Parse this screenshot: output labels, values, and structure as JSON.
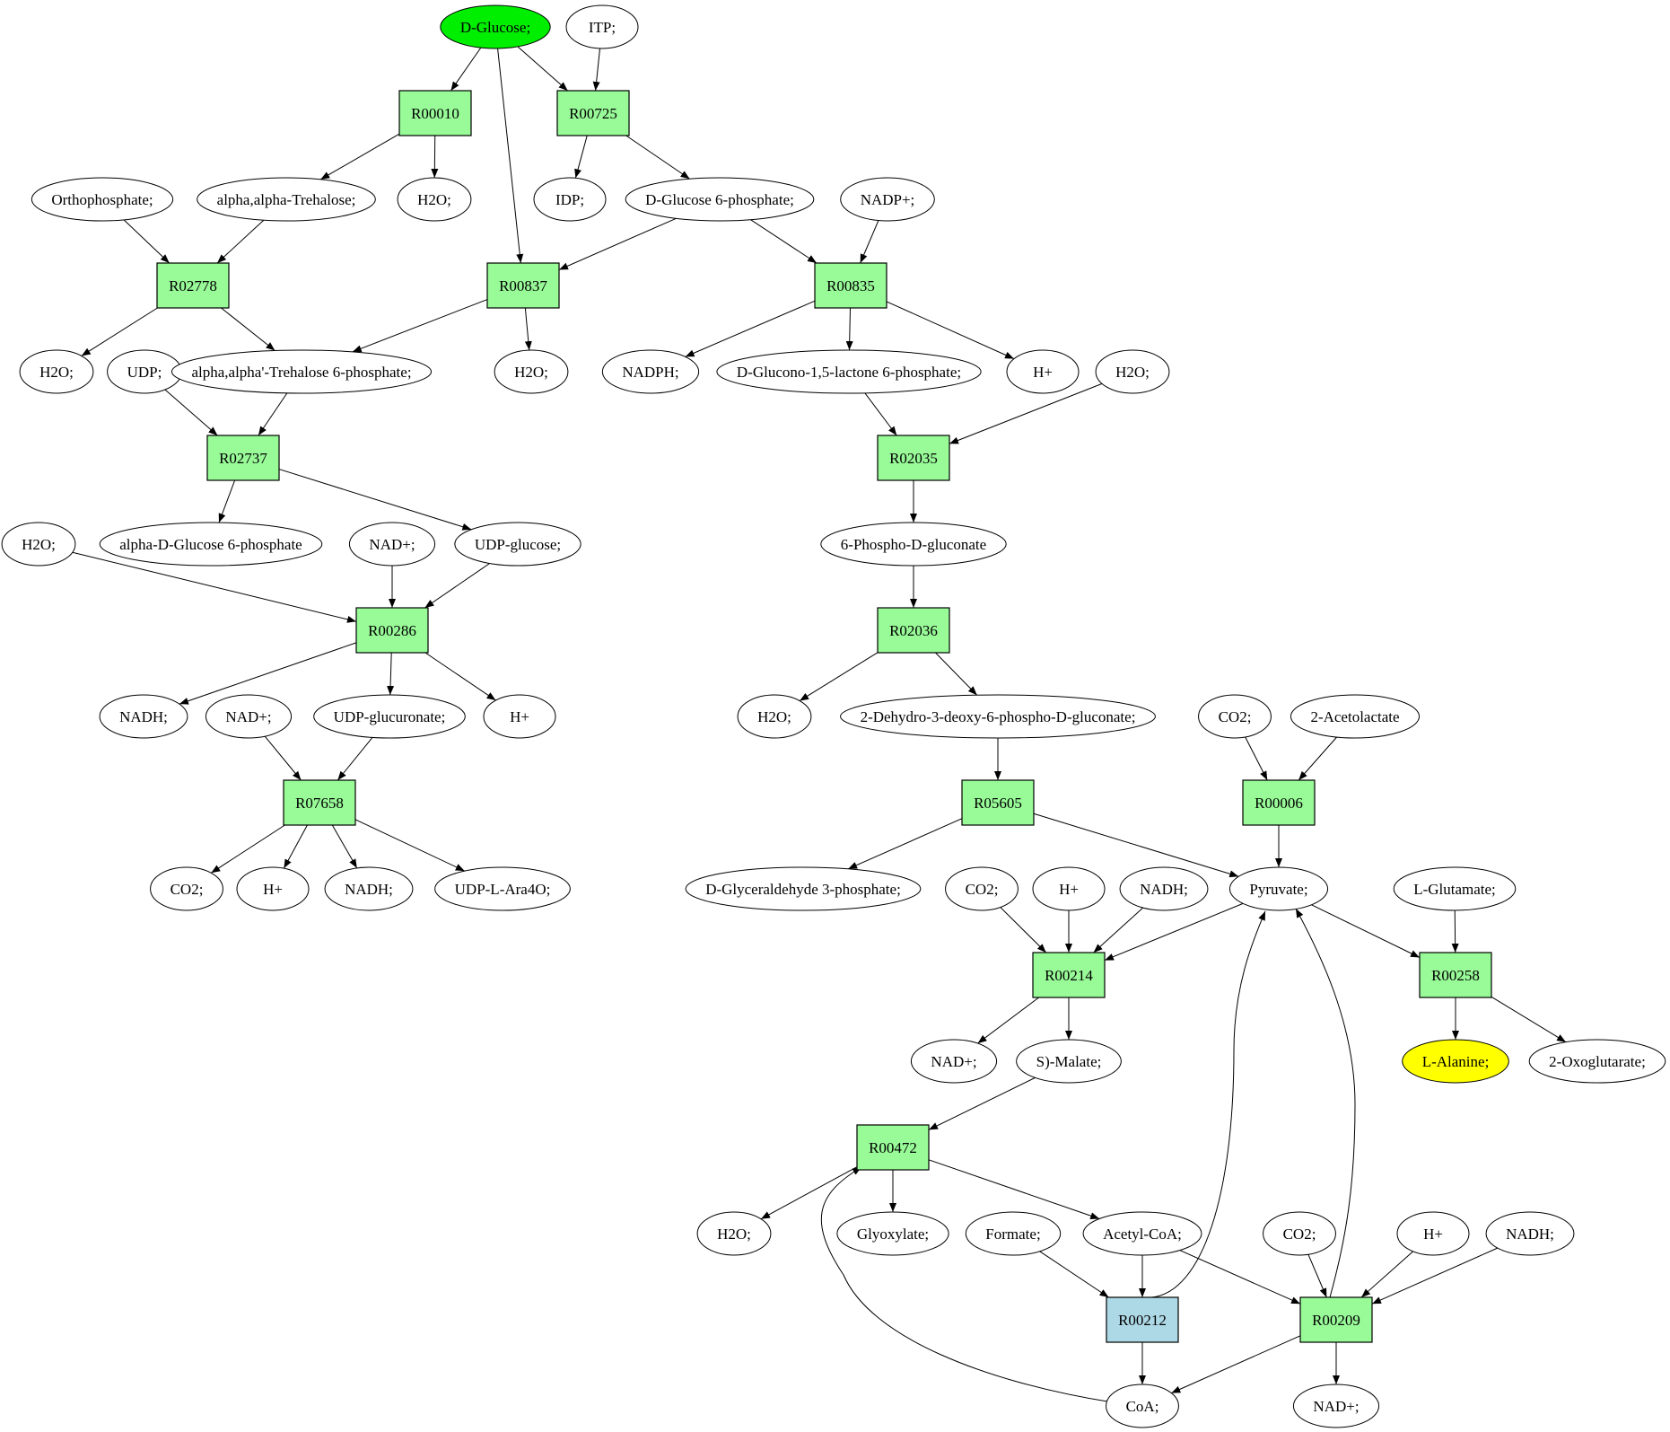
{
  "diagram": {
    "type": "metabolic-pathway-graph",
    "colors": {
      "reaction": "#98fb98",
      "reaction_highlight": "#add8e6",
      "source_compound": "#00ee00",
      "target_compound": "#ffff00",
      "compound": "#ffffff"
    },
    "nodes": [
      {
        "id": "c_dglucose",
        "label": "D-Glucose;",
        "kind": "compound",
        "role": "source"
      },
      {
        "id": "c_itp",
        "label": "ITP;",
        "kind": "compound"
      },
      {
        "id": "r00010",
        "label": "R00010",
        "kind": "reaction"
      },
      {
        "id": "r00725",
        "label": "R00725",
        "kind": "reaction"
      },
      {
        "id": "c_orthophosphate",
        "label": "Orthophosphate;",
        "kind": "compound"
      },
      {
        "id": "c_trehalose",
        "label": "alpha,alpha-Trehalose;",
        "kind": "compound"
      },
      {
        "id": "c_h2o_1",
        "label": "H2O;",
        "kind": "compound"
      },
      {
        "id": "c_idp",
        "label": "IDP;",
        "kind": "compound"
      },
      {
        "id": "c_g6p",
        "label": "D-Glucose 6-phosphate;",
        "kind": "compound"
      },
      {
        "id": "c_nadp",
        "label": "NADP+;",
        "kind": "compound"
      },
      {
        "id": "r02778",
        "label": "R02778",
        "kind": "reaction"
      },
      {
        "id": "r00837",
        "label": "R00837",
        "kind": "reaction"
      },
      {
        "id": "r00835",
        "label": "R00835",
        "kind": "reaction"
      },
      {
        "id": "c_h2o_2",
        "label": "H2O;",
        "kind": "compound"
      },
      {
        "id": "c_udp",
        "label": "UDP;",
        "kind": "compound"
      },
      {
        "id": "c_t6p",
        "label": "alpha,alpha'-Trehalose 6-phosphate;",
        "kind": "compound"
      },
      {
        "id": "c_h2o_3",
        "label": "H2O;",
        "kind": "compound"
      },
      {
        "id": "c_nadph",
        "label": "NADPH;",
        "kind": "compound"
      },
      {
        "id": "c_glucono",
        "label": "D-Glucono-1,5-lactone 6-phosphate;",
        "kind": "compound"
      },
      {
        "id": "c_hplus_1",
        "label": "H+",
        "kind": "compound"
      },
      {
        "id": "c_h2o_4",
        "label": "H2O;",
        "kind": "compound"
      },
      {
        "id": "r02737",
        "label": "R02737",
        "kind": "reaction"
      },
      {
        "id": "r02035",
        "label": "R02035",
        "kind": "reaction"
      },
      {
        "id": "c_h2o_5",
        "label": "H2O;",
        "kind": "compound"
      },
      {
        "id": "c_adg6p",
        "label": "alpha-D-Glucose 6-phosphate",
        "kind": "compound"
      },
      {
        "id": "c_nad_1",
        "label": "NAD+;",
        "kind": "compound"
      },
      {
        "id": "c_udpglucose",
        "label": "UDP-glucose;",
        "kind": "compound"
      },
      {
        "id": "c_6pg",
        "label": "6-Phospho-D-gluconate",
        "kind": "compound"
      },
      {
        "id": "r00286",
        "label": "R00286",
        "kind": "reaction"
      },
      {
        "id": "r02036",
        "label": "R02036",
        "kind": "reaction"
      },
      {
        "id": "c_nadh_1",
        "label": "NADH;",
        "kind": "compound"
      },
      {
        "id": "c_nad_2",
        "label": "NAD+;",
        "kind": "compound"
      },
      {
        "id": "c_udpglucuronate",
        "label": "UDP-glucuronate;",
        "kind": "compound"
      },
      {
        "id": "c_hplus_2",
        "label": "H+",
        "kind": "compound"
      },
      {
        "id": "c_h2o_6",
        "label": "H2O;",
        "kind": "compound"
      },
      {
        "id": "c_kdpg",
        "label": "2-Dehydro-3-deoxy-6-phospho-D-gluconate;",
        "kind": "compound"
      },
      {
        "id": "c_co2_1",
        "label": "CO2;",
        "kind": "compound"
      },
      {
        "id": "c_acetolactate",
        "label": "2-Acetolactate",
        "kind": "compound"
      },
      {
        "id": "r07658",
        "label": "R07658",
        "kind": "reaction"
      },
      {
        "id": "r05605",
        "label": "R05605",
        "kind": "reaction"
      },
      {
        "id": "r00006",
        "label": "R00006",
        "kind": "reaction"
      },
      {
        "id": "c_co2_2",
        "label": "CO2;",
        "kind": "compound"
      },
      {
        "id": "c_hplus_3",
        "label": "H+",
        "kind": "compound"
      },
      {
        "id": "c_nadh_2",
        "label": "NADH;",
        "kind": "compound"
      },
      {
        "id": "c_udpara4o",
        "label": "UDP-L-Ara4O;",
        "kind": "compound"
      },
      {
        "id": "c_gap",
        "label": "D-Glyceraldehyde 3-phosphate;",
        "kind": "compound"
      },
      {
        "id": "c_co2_3",
        "label": "CO2;",
        "kind": "compound"
      },
      {
        "id": "c_hplus_4",
        "label": "H+",
        "kind": "compound"
      },
      {
        "id": "c_nadh_3",
        "label": "NADH;",
        "kind": "compound"
      },
      {
        "id": "c_pyruvate",
        "label": "Pyruvate;",
        "kind": "compound"
      },
      {
        "id": "c_glutamate",
        "label": "L-Glutamate;",
        "kind": "compound"
      },
      {
        "id": "r00214",
        "label": "R00214",
        "kind": "reaction"
      },
      {
        "id": "r00258",
        "label": "R00258",
        "kind": "reaction"
      },
      {
        "id": "c_nad_3",
        "label": "NAD+;",
        "kind": "compound"
      },
      {
        "id": "c_malate",
        "label": "S)-Malate;",
        "kind": "compound"
      },
      {
        "id": "c_alanine",
        "label": "L-Alanine;",
        "kind": "compound",
        "role": "target"
      },
      {
        "id": "c_oxoglutarate",
        "label": "2-Oxoglutarate;",
        "kind": "compound"
      },
      {
        "id": "r00472",
        "label": "R00472",
        "kind": "reaction"
      },
      {
        "id": "c_h2o_7",
        "label": "H2O;",
        "kind": "compound"
      },
      {
        "id": "c_glyoxylate",
        "label": "Glyoxylate;",
        "kind": "compound"
      },
      {
        "id": "c_formate",
        "label": "Formate;",
        "kind": "compound"
      },
      {
        "id": "c_acetylcoa",
        "label": "Acetyl-CoA;",
        "kind": "compound"
      },
      {
        "id": "c_co2_4",
        "label": "CO2;",
        "kind": "compound"
      },
      {
        "id": "c_hplus_5",
        "label": "H+",
        "kind": "compound"
      },
      {
        "id": "c_nadh_4",
        "label": "NADH;",
        "kind": "compound"
      },
      {
        "id": "r00212",
        "label": "R00212",
        "kind": "reaction",
        "role": "highlight"
      },
      {
        "id": "r00209",
        "label": "R00209",
        "kind": "reaction"
      },
      {
        "id": "c_coa",
        "label": "CoA;",
        "kind": "compound"
      },
      {
        "id": "c_nad_4",
        "label": "NAD+;",
        "kind": "compound"
      }
    ],
    "edges": [
      [
        "c_dglucose",
        "r00010"
      ],
      [
        "c_dglucose",
        "r00725"
      ],
      [
        "c_dglucose",
        "r00837"
      ],
      [
        "c_itp",
        "r00725"
      ],
      [
        "r00010",
        "c_trehalose"
      ],
      [
        "r00010",
        "c_h2o_1"
      ],
      [
        "r00725",
        "c_idp"
      ],
      [
        "r00725",
        "c_g6p"
      ],
      [
        "c_orthophosphate",
        "r02778"
      ],
      [
        "c_trehalose",
        "r02778"
      ],
      [
        "c_g6p",
        "r00837"
      ],
      [
        "c_g6p",
        "r00835"
      ],
      [
        "c_nadp",
        "r00835"
      ],
      [
        "r02778",
        "c_h2o_2"
      ],
      [
        "r02778",
        "c_t6p"
      ],
      [
        "r00837",
        "c_t6p"
      ],
      [
        "r00837",
        "c_h2o_3"
      ],
      [
        "r00835",
        "c_nadph"
      ],
      [
        "r00835",
        "c_glucono"
      ],
      [
        "r00835",
        "c_hplus_1"
      ],
      [
        "c_udp",
        "r02737"
      ],
      [
        "c_t6p",
        "r02737"
      ],
      [
        "c_glucono",
        "r02035"
      ],
      [
        "c_h2o_4",
        "r02035"
      ],
      [
        "r02737",
        "c_adg6p"
      ],
      [
        "r02737",
        "c_udpglucose"
      ],
      [
        "r02035",
        "c_6pg"
      ],
      [
        "c_h2o_5",
        "r00286"
      ],
      [
        "c_nad_1",
        "r00286"
      ],
      [
        "c_udpglucose",
        "r00286"
      ],
      [
        "c_6pg",
        "r02036"
      ],
      [
        "r00286",
        "c_nadh_1"
      ],
      [
        "r00286",
        "c_udpglucuronate"
      ],
      [
        "r00286",
        "c_hplus_2"
      ],
      [
        "r02036",
        "c_h2o_6"
      ],
      [
        "r02036",
        "c_kdpg"
      ],
      [
        "c_nad_2",
        "r07658"
      ],
      [
        "c_udpglucuronate",
        "r07658"
      ],
      [
        "c_kdpg",
        "r05605"
      ],
      [
        "c_co2_1",
        "r00006"
      ],
      [
        "c_acetolactate",
        "r00006"
      ],
      [
        "r07658",
        "c_co2_2"
      ],
      [
        "r07658",
        "c_hplus_3"
      ],
      [
        "r07658",
        "c_nadh_2"
      ],
      [
        "r07658",
        "c_udpara4o"
      ],
      [
        "r05605",
        "c_gap"
      ],
      [
        "r05605",
        "c_pyruvate"
      ],
      [
        "r00006",
        "c_pyruvate"
      ],
      [
        "c_co2_3",
        "r00214"
      ],
      [
        "c_hplus_4",
        "r00214"
      ],
      [
        "c_nadh_3",
        "r00214"
      ],
      [
        "c_pyruvate",
        "r00214"
      ],
      [
        "c_pyruvate",
        "r00258"
      ],
      [
        "c_glutamate",
        "r00258"
      ],
      [
        "r00214",
        "c_nad_3"
      ],
      [
        "r00214",
        "c_malate"
      ],
      [
        "r00258",
        "c_alanine"
      ],
      [
        "r00258",
        "c_oxoglutarate"
      ],
      [
        "c_malate",
        "r00472"
      ],
      [
        "r00472",
        "c_h2o_7"
      ],
      [
        "r00472",
        "c_glyoxylate"
      ],
      [
        "r00472",
        "c_acetylcoa"
      ],
      [
        "c_formate",
        "r00212"
      ],
      [
        "c_acetylcoa",
        "r00212"
      ],
      [
        "c_acetylcoa",
        "r00209"
      ],
      [
        "c_co2_4",
        "r00209"
      ],
      [
        "c_hplus_5",
        "r00209"
      ],
      [
        "c_nadh_4",
        "r00209"
      ],
      [
        "r00212",
        "c_coa"
      ],
      [
        "r00212",
        "c_pyruvate"
      ],
      [
        "r00209",
        "c_coa"
      ],
      [
        "r00209",
        "c_nad_4"
      ],
      [
        "r00209",
        "c_pyruvate"
      ],
      [
        "c_coa",
        "r00472"
      ]
    ]
  }
}
